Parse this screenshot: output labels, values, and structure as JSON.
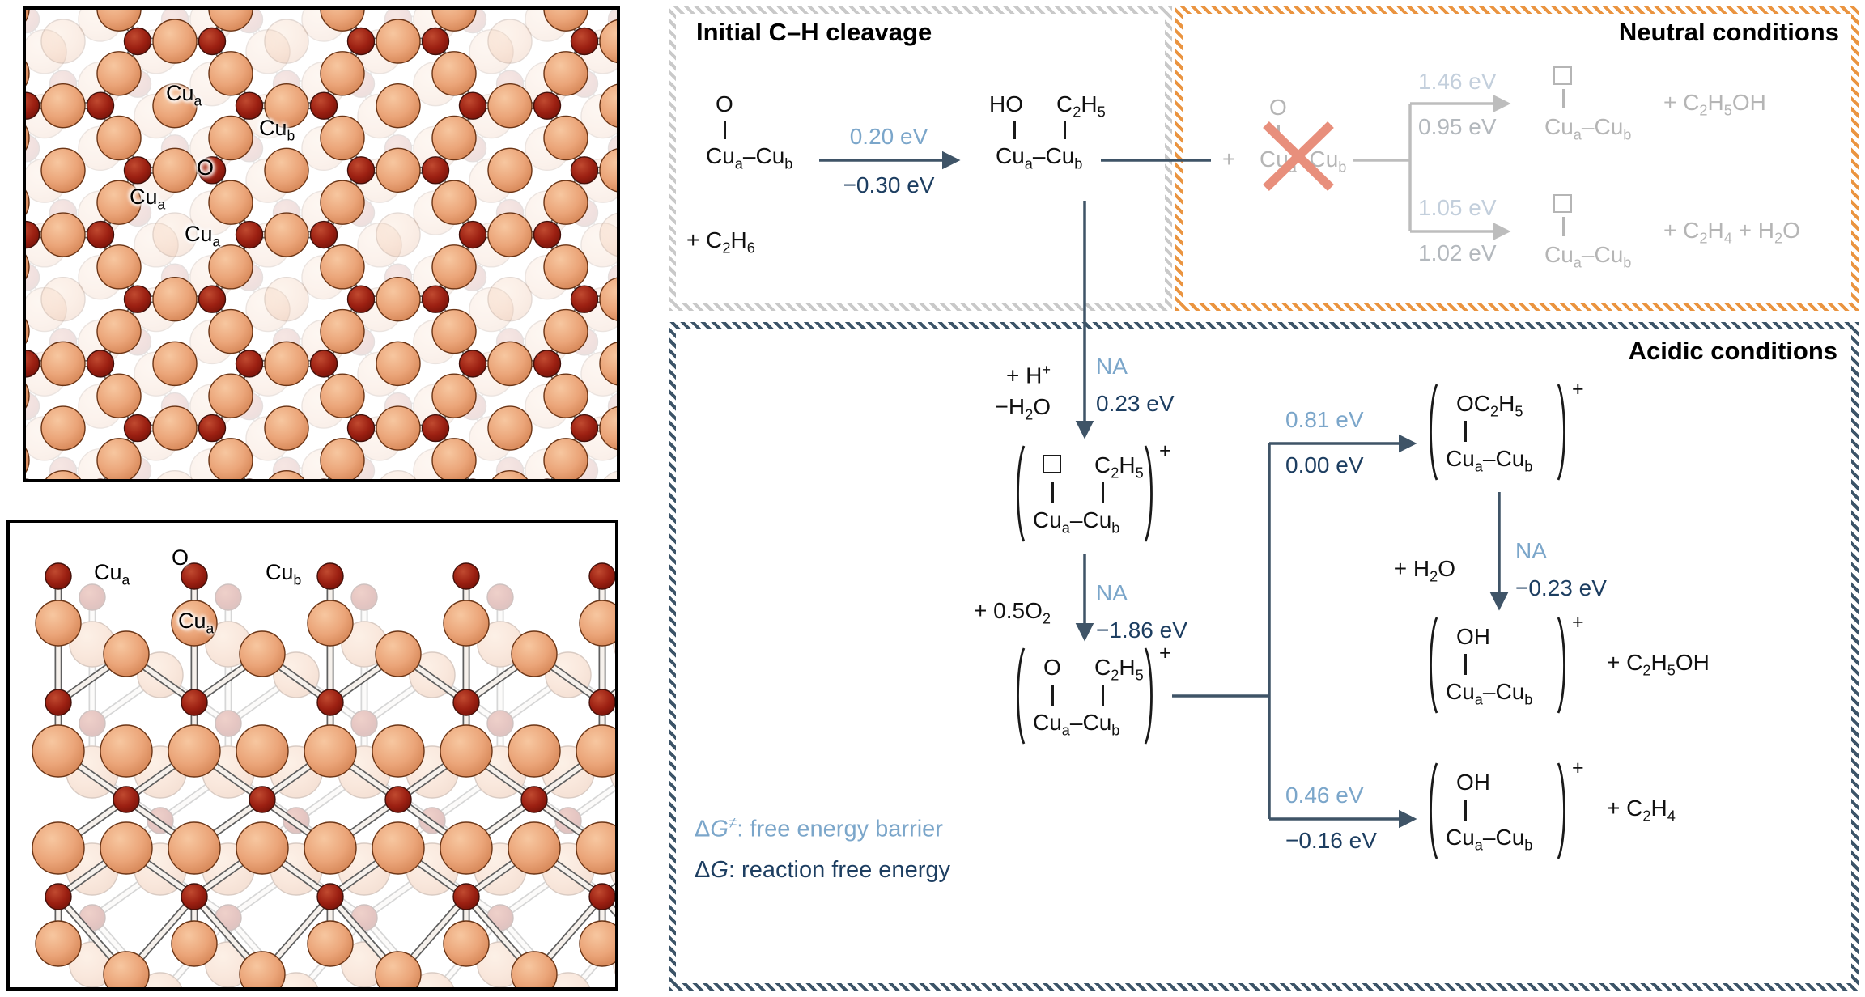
{
  "figure": {
    "panels": {
      "top": {
        "labels": [
          "Cu_{a}",
          "Cu_{b}",
          "O",
          "Cu_{a}",
          "Cu_{a}"
        ]
      },
      "side": {
        "labels": [
          "Cu_{a}",
          "O",
          "Cu_{b}",
          "Cu_{a}"
        ]
      }
    },
    "initial": {
      "title": "Initial C–H cleavage",
      "reactant": {
        "ligand": "O",
        "base": "Cu_{a}–Cu_{b}",
        "coreactant": "+ C_{2}H_{6}"
      },
      "step": {
        "barrier": "0.20 eV",
        "energy": "−0.30 eV"
      },
      "product": {
        "ligand_left": "HO",
        "ligand_right": "C_{2}H_{5}",
        "base": "Cu_{a}–Cu_{b}"
      }
    },
    "neutral": {
      "title": "Neutral conditions",
      "plus": "+",
      "reactant": {
        "ligand": "O",
        "base": "Cu_{a}–Cu_{b}"
      },
      "upper": {
        "barrier": "1.46 eV",
        "energy": "0.95 eV",
        "product_base": "Cu_{a}–Cu_{b}",
        "byproduct": "+ C_{2}H_{5}OH"
      },
      "lower": {
        "barrier": "1.05 eV",
        "energy": "1.02 eV",
        "product_base": "Cu_{a}–Cu_{b}",
        "byproduct": "+ C_{2}H_{4} + H_{2}O"
      }
    },
    "acidic": {
      "title": "Acidic conditions",
      "step1": {
        "reagent1": "+ H^{+}",
        "reagent2": "−H_{2}O",
        "barrier": "NA",
        "energy": "0.23 eV"
      },
      "molA": {
        "ligand_right": "C_{2}H_{5}",
        "base": "Cu_{a}–Cu_{b}",
        "charge": "+"
      },
      "step2": {
        "reagent": "+ 0.5O_{2}",
        "barrier": "NA",
        "energy": "−1.86 eV"
      },
      "molB": {
        "ligand_left": "O",
        "ligand_right": "C_{2}H_{5}",
        "base": "Cu_{a}–Cu_{b}",
        "charge": "+"
      },
      "branch_upper": {
        "barrier": "0.81 eV",
        "energy": "0.00 eV"
      },
      "molC": {
        "ligand": "OC_{2}H_{5}",
        "base": "Cu_{a}–Cu_{b}",
        "charge": "+"
      },
      "step3": {
        "reagent": "+ H_{2}O",
        "barrier": "NA",
        "energy": "−0.23 eV"
      },
      "molD": {
        "ligand": "OH",
        "base": "Cu_{a}–Cu_{b}",
        "charge": "+",
        "byproduct": "+ C_{2}H_{5}OH"
      },
      "branch_lower": {
        "barrier": "0.46 eV",
        "energy": "−0.16 eV"
      },
      "molE": {
        "ligand": "OH",
        "base": "Cu_{a}–Cu_{b}",
        "charge": "+",
        "byproduct": "+ C_{2}H_{4}"
      },
      "legend": {
        "barrier": "Δ/{G}^{≠}: free energy barrier",
        "energy": "Δ/{G}: reaction free energy"
      }
    },
    "colors": {
      "barrier_blue": "#7ba6ca",
      "energy_navy": "#1d3e61",
      "arrow_dark": "#3f5467",
      "box_gray": "#c9c9c9",
      "box_orange": "#ea9440",
      "box_navy": "#3c5468",
      "blocked_x": "#e88f7c",
      "gray_content": "#b5b5b5",
      "gray_barrier": "#c3cfdc",
      "gray_energy": "#b3b8bd",
      "cu": "#eba579",
      "cu_hi": "#f7c7a0",
      "cu_lo": "#d07e4e",
      "o": "#9c2012",
      "o_hi": "#c04a30",
      "o_lo": "#6f1007",
      "bond_dark": "#5f5f5f",
      "bond_light": "#f6f1ec"
    }
  }
}
